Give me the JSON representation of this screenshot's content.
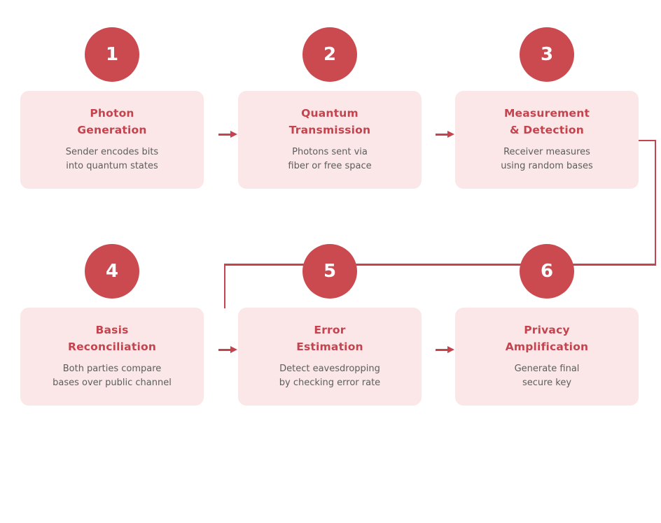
{
  "diagram": {
    "subject": "quantum-key-distribution-flow",
    "colors": {
      "background": "#ffffff",
      "circle": "#cb4a50",
      "card_background": "#fbe7e7",
      "title_text": "#c5434e",
      "body_text": "#5d5d5d",
      "arrow": "#c5434e",
      "number_text": "#ffffff"
    },
    "steps": [
      {
        "number": "1",
        "title": "Photon\nGeneration",
        "description": "Sender encodes bits\ninto quantum states"
      },
      {
        "number": "2",
        "title": "Quantum\nTransmission",
        "description": "Photons sent via\nfiber or free space"
      },
      {
        "number": "3",
        "title": "Measurement\n& Detection",
        "description": "Receiver measures\nusing random bases"
      },
      {
        "number": "4",
        "title": "Basis\nReconciliation",
        "description": "Both parties compare\nbases over public channel"
      },
      {
        "number": "5",
        "title": "Error\nEstimation",
        "description": "Detect eavesdropping\nby checking error rate"
      },
      {
        "number": "6",
        "title": "Privacy\nAmplification",
        "description": "Generate final\nsecure key"
      }
    ]
  }
}
